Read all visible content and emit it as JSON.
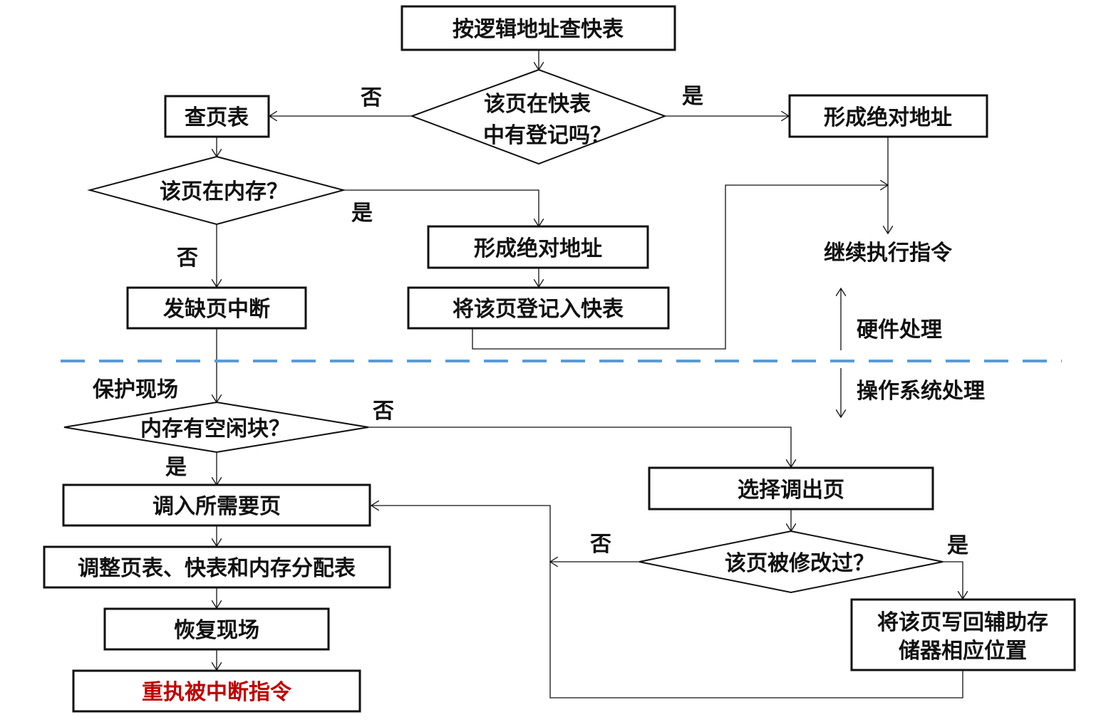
{
  "colors": {
    "fill_page_fault": "#fae3d9",
    "fill_load_page": "#dde6f1",
    "fill_select_page": "#fdf0c8",
    "text_restart": "#c00000",
    "separator": "#5b9bd5"
  },
  "nodes": {
    "lookup_tlb": "按逻辑地址查快表",
    "in_tlb": [
      "该页在快表",
      "中有登记吗？"
    ],
    "lookup_page_table": "查页表",
    "form_addr_tlb": "形成绝对地址",
    "in_memory": "该页在内存？",
    "form_addr_pt": "形成绝对地址",
    "continue": "继续执行指令",
    "register_tlb": "将该页登记入快表",
    "page_fault": "发缺页中断",
    "hardware": "硬件处理",
    "os": "操作系统处理",
    "save_context": "保护现场",
    "free_block": "内存有空闲块？",
    "load_page": "调入所需要页",
    "select_page": "选择调出页",
    "update_tables": "调整页表、快表和内存分配表",
    "modified": "该页被修改过？",
    "write_back": [
      "将该页写回辅助存",
      "储器相应位置"
    ],
    "restore": "恢复现场",
    "restart": "重执被中断指令"
  },
  "edge_labels": {
    "tlb_no": "否",
    "tlb_yes": "是",
    "mem_yes": "是",
    "mem_no": "否",
    "free_no": "否",
    "free_yes": "是",
    "mod_no": "否",
    "mod_yes": "是"
  }
}
